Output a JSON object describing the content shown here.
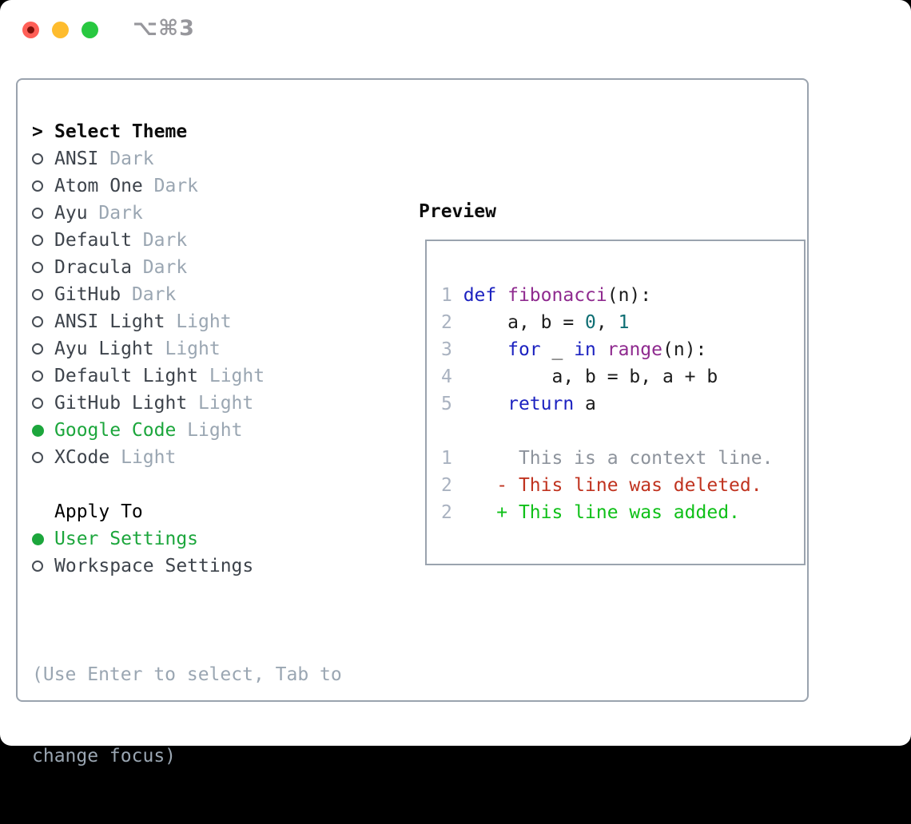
{
  "window": {
    "shortcut": "⌥⌘3"
  },
  "theme_selector": {
    "title_prefix": ">",
    "title": "Select Theme",
    "themes": [
      {
        "name": "ANSI",
        "variant": "Dark",
        "selected": false
      },
      {
        "name": "Atom One",
        "variant": "Dark",
        "selected": false
      },
      {
        "name": "Ayu",
        "variant": "Dark",
        "selected": false
      },
      {
        "name": "Default",
        "variant": "Dark",
        "selected": false
      },
      {
        "name": "Dracula",
        "variant": "Dark",
        "selected": false
      },
      {
        "name": "GitHub",
        "variant": "Dark",
        "selected": false
      },
      {
        "name": "ANSI Light",
        "variant": "Light",
        "selected": false
      },
      {
        "name": "Ayu Light",
        "variant": "Light",
        "selected": false
      },
      {
        "name": "Default Light",
        "variant": "Light",
        "selected": false
      },
      {
        "name": "GitHub Light",
        "variant": "Light",
        "selected": false
      },
      {
        "name": "Google Code",
        "variant": "Light",
        "selected": true
      },
      {
        "name": "XCode",
        "variant": "Light",
        "selected": false
      }
    ],
    "apply_to": {
      "title": "Apply To",
      "options": [
        {
          "label": "User Settings",
          "selected": true
        },
        {
          "label": "Workspace Settings",
          "selected": false
        }
      ]
    },
    "hint_line1": "(Use Enter to select, Tab to",
    "hint_line2": "change focus)"
  },
  "preview": {
    "title": "Preview",
    "code_lines": [
      {
        "num": "1",
        "tokens": [
          [
            "k",
            "def"
          ],
          [
            "p",
            " "
          ],
          [
            "f",
            "fibonacci"
          ],
          [
            "p",
            "(n):"
          ]
        ]
      },
      {
        "num": "2",
        "tokens": [
          [
            "p",
            "    a, b = "
          ],
          [
            "n",
            "0"
          ],
          [
            "p",
            ", "
          ],
          [
            "n",
            "1"
          ]
        ]
      },
      {
        "num": "3",
        "tokens": [
          [
            "p",
            "    "
          ],
          [
            "k",
            "for"
          ],
          [
            "p",
            " _ "
          ],
          [
            "k",
            "in"
          ],
          [
            "p",
            " "
          ],
          [
            "f",
            "range"
          ],
          [
            "p",
            "(n):"
          ]
        ]
      },
      {
        "num": "4",
        "tokens": [
          [
            "p",
            "        a, b = b, a + b"
          ]
        ]
      },
      {
        "num": "5",
        "tokens": [
          [
            "p",
            "    "
          ],
          [
            "k",
            "return"
          ],
          [
            "p",
            " a"
          ]
        ]
      }
    ],
    "diff_lines": [
      {
        "num": "1",
        "type": "context",
        "text": "     This is a context line."
      },
      {
        "num": "2",
        "type": "deleted",
        "text": "   - This line was deleted."
      },
      {
        "num": "2",
        "type": "added",
        "text": "   + This line was added."
      }
    ]
  },
  "colors": {
    "accent_green": "#1ca63c",
    "keyword_blue": "#1c22c0",
    "function_purple": "#8f2a8f",
    "number_teal": "#0e6e73",
    "diff_deleted_red": "#c0331f",
    "diff_added_green": "#0fc018",
    "muted_gray": "#9aa6b2",
    "border_gray": "#9aa3ae",
    "traffic_red": "#ff5f57",
    "traffic_yellow": "#febc2e",
    "traffic_green": "#28c840"
  }
}
